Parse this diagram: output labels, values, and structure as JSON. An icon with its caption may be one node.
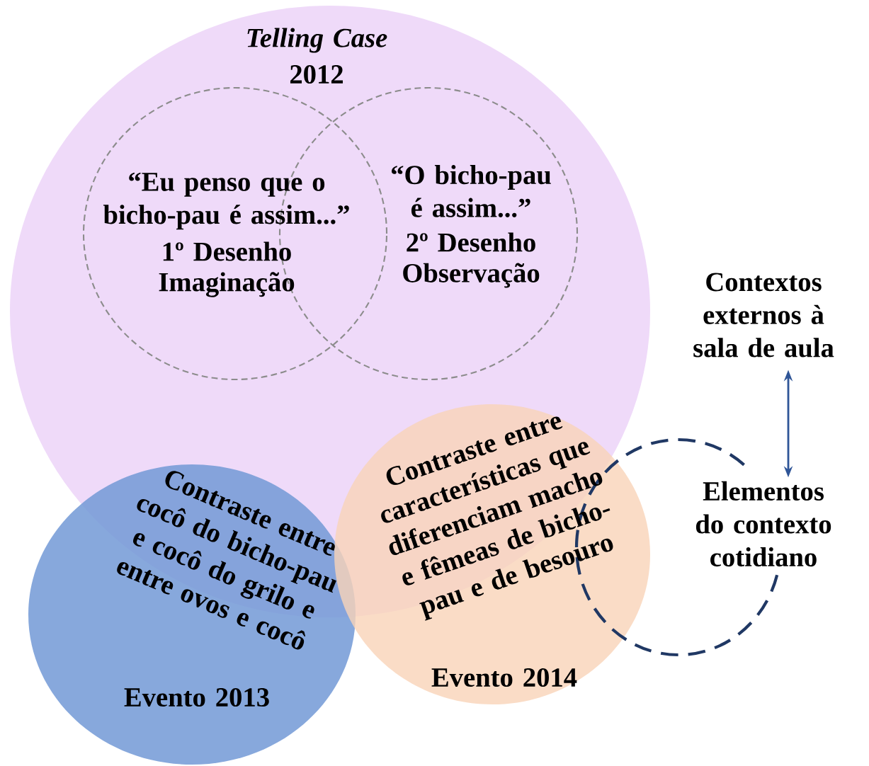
{
  "diagram": {
    "nodes": [
      {
        "text": [
          "Telling Case",
          "2012"
        ]
      },
      {
        "text": [
          "“Eu penso que o bicho-pau é assim...”",
          "1º Desenho",
          "Imaginação"
        ],
        "in": 0
      },
      {
        "text": [
          "“O bicho-pau é assim...”",
          "2º Desenho",
          "Observação"
        ],
        "in": 0
      },
      {
        "text": [
          "Contraste entre cocô do bicho-pau e cocô do grilo e entre ovos e cocô",
          "Evento 2013"
        ]
      },
      {
        "text": [
          "Contraste entre características que diferenciam macho e fêmeas de bicho-pau e de besouro",
          "Evento 2014"
        ]
      },
      {
        "text": [
          "Contextos externos à sala de aula"
        ]
      },
      {
        "text": [
          "Elementos do contexto cotidiano"
        ]
      },
      {
        "text": [],
        "shape": "circle"
      }
    ],
    "edges": [
      {
        "from": 5,
        "to": 6,
        "arrow": "both",
        "color": "#2f5597"
      }
    ]
  }
}
